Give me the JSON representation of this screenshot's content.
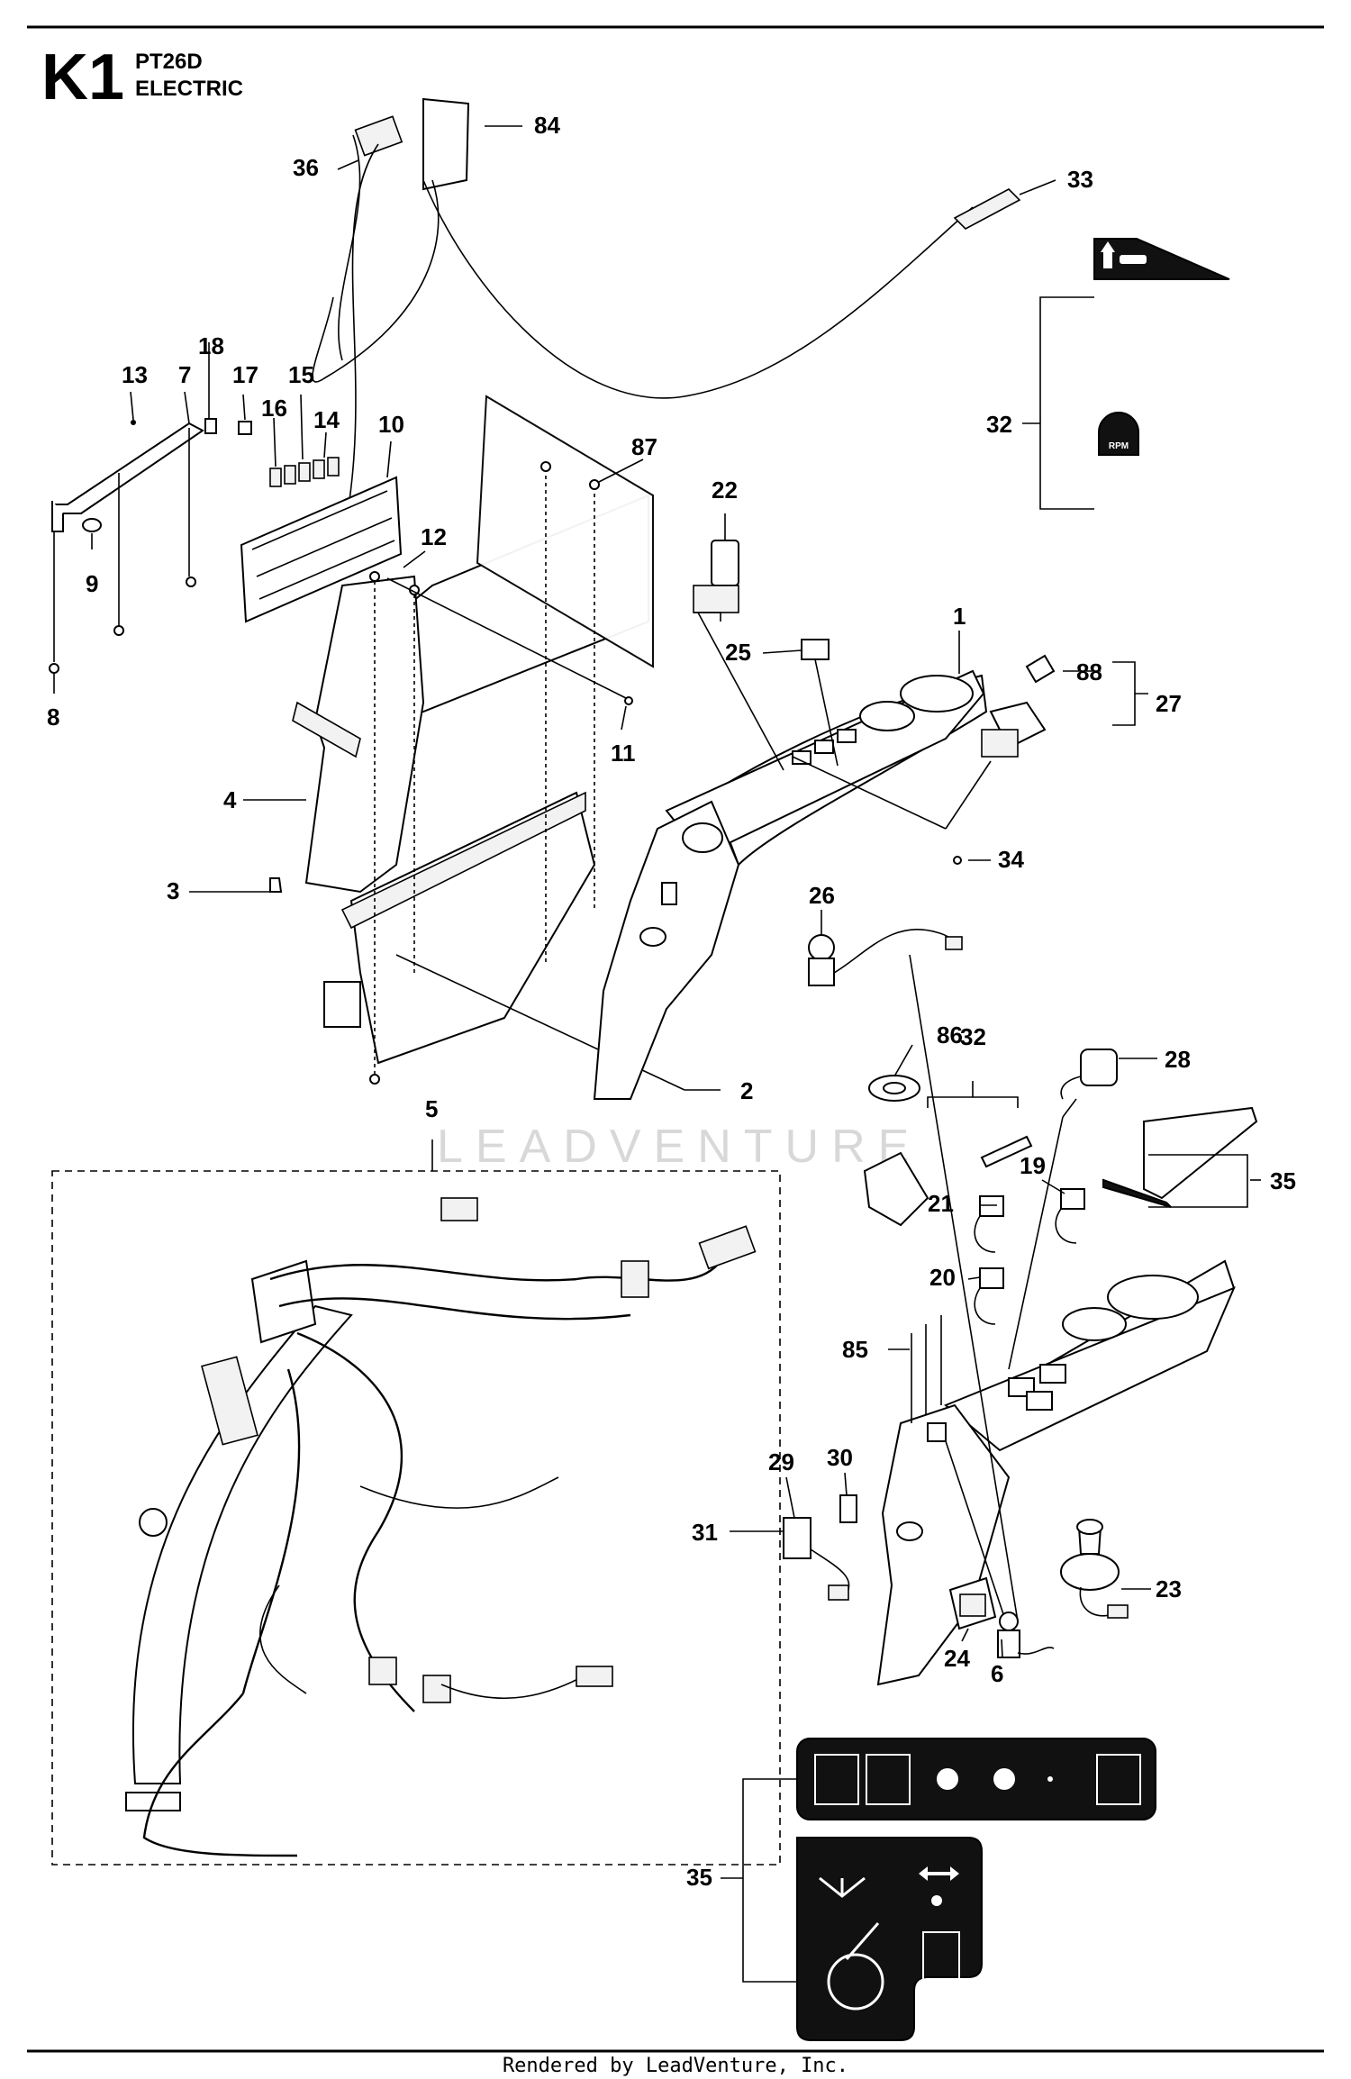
{
  "header": {
    "section_code": "K1",
    "model": "PT26D",
    "subtitle": "ELECTRIC"
  },
  "watermark": "LEADVENTURE",
  "footer": "Rendered by LeadVenture, Inc.",
  "callouts": [
    {
      "id": "c84",
      "label": "84"
    },
    {
      "id": "c36",
      "label": "36"
    },
    {
      "id": "c33",
      "label": "33"
    },
    {
      "id": "c18",
      "label": "18"
    },
    {
      "id": "c13",
      "label": "13"
    },
    {
      "id": "c7",
      "label": "7"
    },
    {
      "id": "c17",
      "label": "17"
    },
    {
      "id": "c15",
      "label": "15"
    },
    {
      "id": "c16",
      "label": "16"
    },
    {
      "id": "c14",
      "label": "14"
    },
    {
      "id": "c10",
      "label": "10"
    },
    {
      "id": "c87",
      "label": "87"
    },
    {
      "id": "c22",
      "label": "22"
    },
    {
      "id": "c32a",
      "label": "32"
    },
    {
      "id": "c12",
      "label": "12"
    },
    {
      "id": "c9",
      "label": "9"
    },
    {
      "id": "c1",
      "label": "1"
    },
    {
      "id": "c25",
      "label": "25"
    },
    {
      "id": "c88",
      "label": "88"
    },
    {
      "id": "c27",
      "label": "27"
    },
    {
      "id": "c8",
      "label": "8"
    },
    {
      "id": "c11",
      "label": "11"
    },
    {
      "id": "c4",
      "label": "4"
    },
    {
      "id": "c34",
      "label": "34"
    },
    {
      "id": "c3",
      "label": "3"
    },
    {
      "id": "c26",
      "label": "26"
    },
    {
      "id": "c86",
      "label": "86"
    },
    {
      "id": "c28",
      "label": "28"
    },
    {
      "id": "c32b",
      "label": "32"
    },
    {
      "id": "c2",
      "label": "2"
    },
    {
      "id": "c5",
      "label": "5"
    },
    {
      "id": "c19",
      "label": "19"
    },
    {
      "id": "c35a",
      "label": "35"
    },
    {
      "id": "c21",
      "label": "21"
    },
    {
      "id": "c20",
      "label": "20"
    },
    {
      "id": "c85",
      "label": "85"
    },
    {
      "id": "c30",
      "label": "30"
    },
    {
      "id": "c29",
      "label": "29"
    },
    {
      "id": "c31",
      "label": "31"
    },
    {
      "id": "c23",
      "label": "23"
    },
    {
      "id": "c24",
      "label": "24"
    },
    {
      "id": "c6",
      "label": "6"
    },
    {
      "id": "c35b",
      "label": "35"
    }
  ]
}
